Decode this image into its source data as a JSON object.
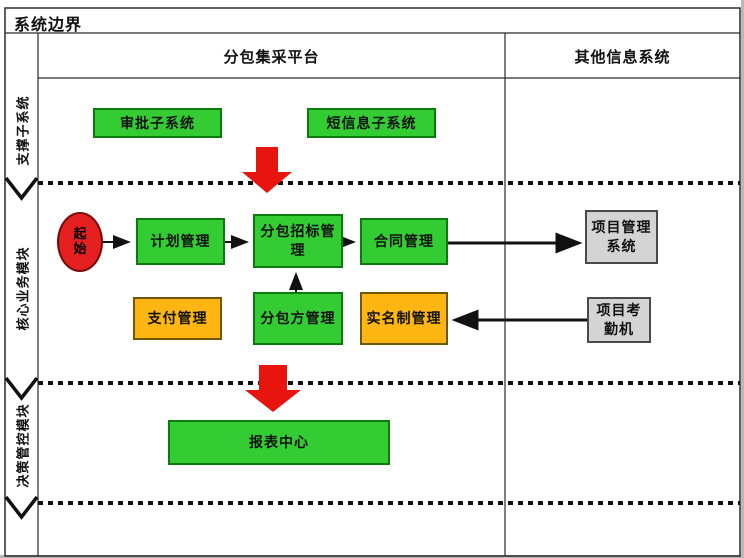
{
  "title": "系统边界",
  "columns": {
    "main": "分包集采平台",
    "other": "其他信息系统"
  },
  "lanes": [
    {
      "label": "支撑子系统"
    },
    {
      "label": "核心业务模块"
    },
    {
      "label": "决策管控模块"
    }
  ],
  "nodes": {
    "start": "起始",
    "approval": "审批子系统",
    "sms": "短信息子系统",
    "plan": "计划管理",
    "bidding": "分包招标管理",
    "contract": "合同管理",
    "payment": "支付管理",
    "subcontractor": "分包方管理",
    "realname": "实名制管理",
    "pms": "项目管理系统",
    "attendance": "项目考勤机",
    "report": "报表中心"
  },
  "colors": {
    "process_green": "#33CC33",
    "process_orange": "#FFB612",
    "external_gray": "#D4D4D4",
    "flow_red": "#E8150F",
    "line_black": "#111111"
  }
}
